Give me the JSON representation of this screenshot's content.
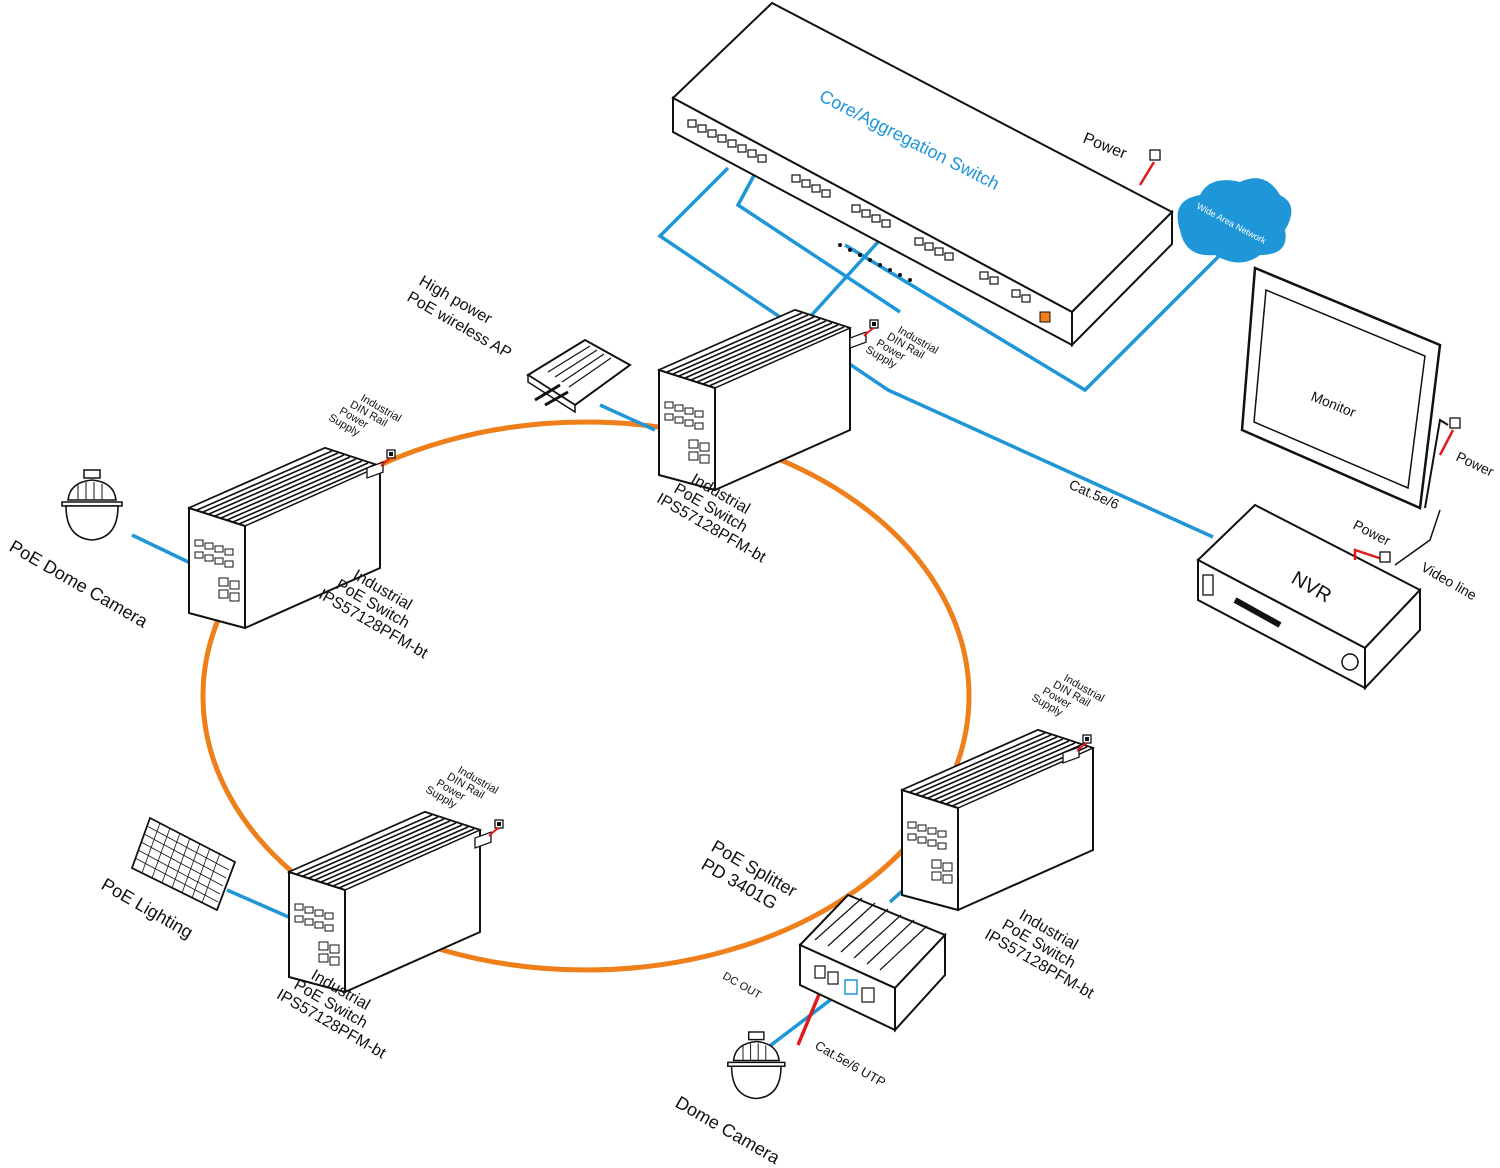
{
  "colors": {
    "ring": "#ee7f1a",
    "ethernet": "#1e96d8",
    "power_wire": "#e01b1b",
    "device_stroke": "#111111",
    "cloud": "#1e96d8",
    "core_label": "#1e96d8"
  },
  "core_switch": {
    "label": "Core/Aggregation Switch",
    "power_label": "Power"
  },
  "wan": {
    "label": "Wide Area Network"
  },
  "monitor": {
    "label": "Monitor",
    "power_label": "Power"
  },
  "nvr": {
    "label": "NVR",
    "power_label": "Power",
    "video_line_label": "Video line"
  },
  "uplink_cable_label": "Cat.5e/6",
  "wireless_ap": {
    "label_line1": "High power",
    "label_line2": "PoE wireless AP"
  },
  "dome_camera_left": {
    "label": "PoE Dome Camera"
  },
  "poe_lighting": {
    "label": "PoE Lighting"
  },
  "splitter": {
    "label_line1": "PoE Splitter",
    "label_line2": "PD 3401G",
    "dc_out_label": "DC OUT",
    "cable_label": "Cat.5e/6 UTP"
  },
  "dome_camera_bottom": {
    "label": "Dome Camera"
  },
  "industrial_switch": {
    "line1": "Industrial",
    "line2": "PoE Switch",
    "model": "IPS57128PFM-bt"
  },
  "din_power": {
    "line1": "Industrial",
    "line2": "DIN Rail",
    "line3": "Power",
    "line4": "Supply"
  }
}
